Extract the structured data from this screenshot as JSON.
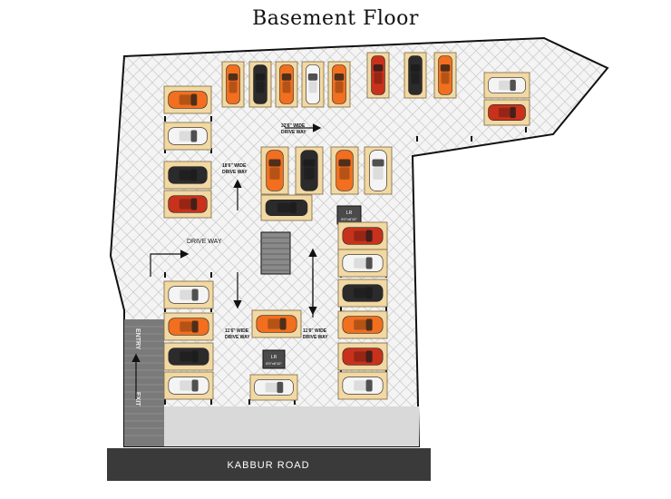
{
  "title": "Basement Floor",
  "road": {
    "label": "KABBUR ROAD"
  },
  "entry_exit": {
    "entry": "ENTRY",
    "exit": "EXIT"
  },
  "labels": {
    "drive_way": "DRIVE WAY",
    "wide_32": [
      "32'6\" WIDE",
      "DRIVE WAY"
    ],
    "wide_18": [
      "18'6\" WIDE",
      "DRIVE WAY"
    ],
    "wide_11a": [
      "11'6\" WIDE",
      "DRIVE WAY"
    ],
    "wide_11b": [
      "11'6\" WIDE",
      "DRIVE WAY"
    ]
  },
  "lifts": [
    {
      "label": "LR",
      "size": "6'0\"x6'10\""
    },
    {
      "label": "LR",
      "size": "6'0\"x6'10\""
    }
  ],
  "colors": {
    "slot": "#f2d8a3",
    "slot_border": "#7a6a44",
    "car_orange": "#f26f1f",
    "car_red": "#c8321c",
    "car_dark": "#2b2b2b",
    "car_white": "#f4f4f4",
    "road": "#3a3a3a",
    "ramp": "#777777",
    "pavement": "#f4f4f4"
  },
  "parking": {
    "cars": [
      "orange",
      "dark",
      "orange",
      "white",
      "orange",
      "red",
      "dark",
      "orange",
      "white",
      "red",
      "orange",
      "dark",
      "orange",
      "white",
      "orange",
      "white",
      "dark",
      "red",
      "dark",
      "red",
      "white",
      "dark",
      "orange",
      "red",
      "white",
      "white",
      "orange",
      "dark",
      "white",
      "orange",
      "white"
    ]
  }
}
